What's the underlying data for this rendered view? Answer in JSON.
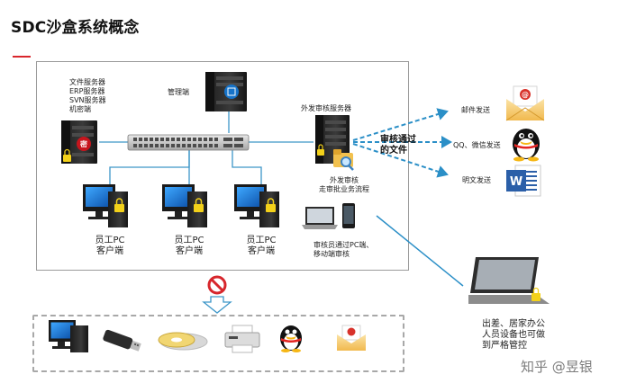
{
  "page_title": "SDC沙盒系统概念",
  "servers": [
    "文件服务器",
    "ERP服务器",
    "SVN服务器",
    "机密端"
  ],
  "management": "管理端",
  "outbound_server": "外发审核服务器",
  "audit_lines": [
    "外发审核",
    "走审批业务流程"
  ],
  "clients": [
    {
      "line1": "员工PC",
      "line2": "客户端"
    },
    {
      "line1": "员工PC",
      "line2": "客户端"
    },
    {
      "line1": "员工PC",
      "line2": "客户端"
    }
  ],
  "approved_files": [
    "审核通过",
    "的文件"
  ],
  "reviewer_lines": [
    "审核员通过PC端、",
    "移动端审核"
  ],
  "channels": [
    "邮件发送",
    "QQ、微信发送",
    "明文发送"
  ],
  "remote_lines": [
    "出差、居家办公",
    "人员设备也可做",
    "到严格管控"
  ],
  "watermark": "知乎 @昱银"
}
